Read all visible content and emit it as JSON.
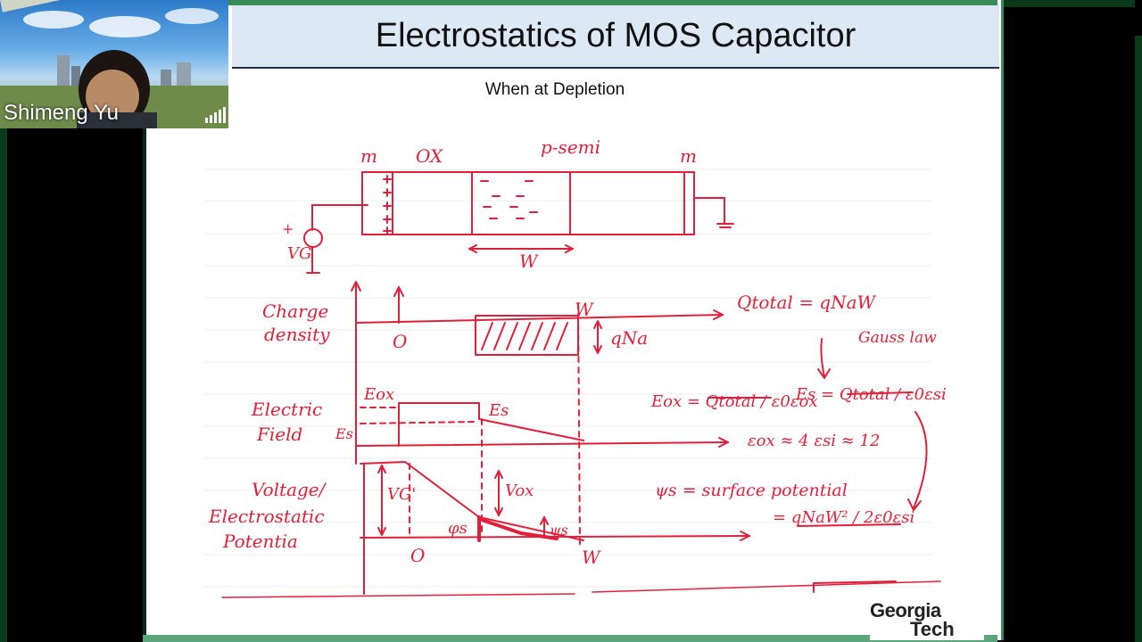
{
  "meeting": {
    "participant_name": "Shimeng Yu",
    "signal_icon": "signal-bars-icon"
  },
  "slide": {
    "title": "Electrostatics of MOS Capacitor",
    "subtitle": "When at Depletion",
    "logo": {
      "line1": "Georgia",
      "line2": "Tech"
    }
  },
  "handwriting": {
    "diagram": {
      "m_left": "m",
      "ox": "OX",
      "psemi": "p-semi",
      "m_right": "m",
      "vg": "VG",
      "w": "W",
      "plus": "+"
    },
    "charge": {
      "label_line1": "Charge",
      "label_line2": "density",
      "zero": "O",
      "w": "W",
      "qna": "qNa",
      "qtotal": "Qtotal = qNaW",
      "gauss": "Gauss law"
    },
    "field": {
      "label_line1": "Electric",
      "label_line2": "Field",
      "eox": "Eox",
      "es": "Es",
      "es_left": "Es",
      "eox_eq": "Eox = Qtotal / ε0εox",
      "es_eq": "Es = Qtotal / ε0εsi",
      "eps": "εox ≈ 4   εsi ≈ 12"
    },
    "voltage": {
      "label_line1": "Voltage/",
      "label_line2": "Electrostatic",
      "label_line3": "Potentia",
      "vg": "VG'",
      "vox": "Vox",
      "phis": "φs",
      "psis": "ψs",
      "zero": "O",
      "w": "W",
      "psi_def": "ψs = surface potential",
      "psi_eq": "= qNaW² / 2ε0εsi"
    }
  },
  "colors": {
    "ink": "#e0203a",
    "title_bg": "#dde8f5",
    "title_rule": "#1e2a52",
    "frame": "#0c3a18"
  }
}
